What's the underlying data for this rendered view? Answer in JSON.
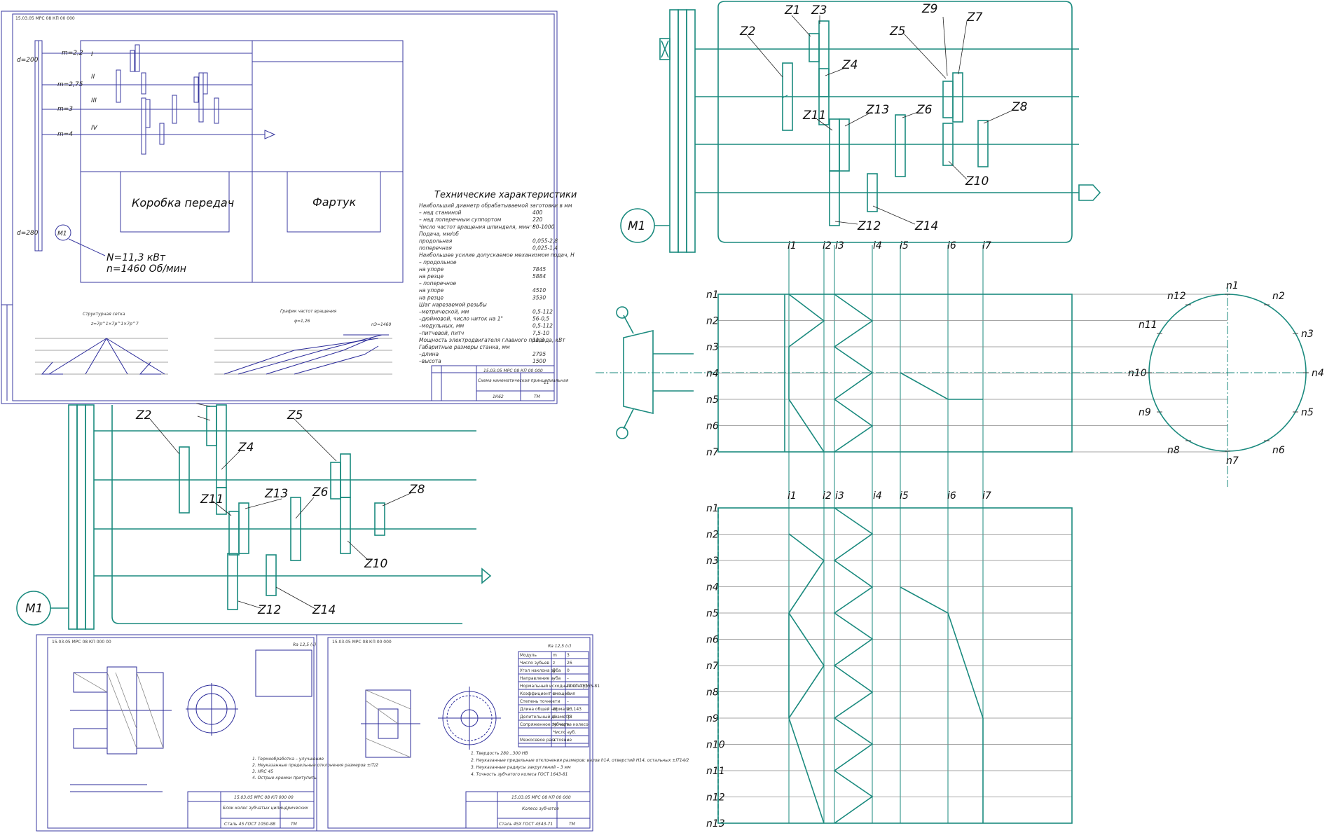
{
  "sheet_main": {
    "code_stamp": "15.03.05 МРС 08 КП 00 000",
    "shafts": [
      "I",
      "II",
      "III",
      "IV"
    ],
    "modules": [
      "m=2,2",
      "m=2,75",
      "m=3",
      "m=4"
    ],
    "pulleys": [
      "d=200",
      "d=280"
    ],
    "motor": "M1",
    "power": "N=11,3 кВт",
    "speed": "n=1460 Об/мин",
    "gearbox": "Коробка передач",
    "apron": "Фартук",
    "structure_title": "Структурная сетка",
    "structure_formula": "z=7p^1×7p^1×7p^7",
    "speed_chart_title": "График частот вращения",
    "phi": "φ=1,26",
    "ne": "nЭ=1460",
    "spec_title": "Технические характеристики",
    "spec_lines": [
      [
        "Наибольший диаметр обрабатываемой заготовки в мм",
        ""
      ],
      [
        "– над станиной",
        "400"
      ],
      [
        "– над поперечным суппортом",
        "220"
      ],
      [
        "Число частот вращения шпинделя, мин⁻¹",
        "80-1000"
      ],
      [
        "Подача, мм/об",
        ""
      ],
      [
        "продольная",
        "0,055-2,8"
      ],
      [
        "поперечная",
        "0,025-1,4"
      ],
      [
        "Наибольшее усилие допускаемое механизмом подач, Н",
        ""
      ],
      [
        "– продольное",
        ""
      ],
      [
        "на упоре",
        "7845"
      ],
      [
        "на резце",
        "5884"
      ],
      [
        "– поперечное",
        ""
      ],
      [
        "на упоре",
        "4510"
      ],
      [
        "на резце",
        "3530"
      ],
      [
        "Шаг нарезаемой резьбы",
        ""
      ],
      [
        "–метрической, мм",
        "0,5-112"
      ],
      [
        "–дюймовой, число ниток на 1\"",
        "56-0,5"
      ],
      [
        "–модульных, мм",
        "0,5-112"
      ],
      [
        "–питчевой, питч",
        "7,5-10"
      ],
      [
        "Мощность электродвигателя главного привода, кВт",
        "11,3"
      ],
      [
        "Габаритные размеры станка, мм",
        ""
      ],
      [
        "–длина",
        "2795"
      ],
      [
        "–высота",
        "1500"
      ]
    ],
    "title_block": {
      "code": "15.03.05 МРС 08 КП 00 000",
      "name": "Схема кинематическая принципиальная",
      "model": "1К62",
      "material": "",
      "sheet": "1:1",
      "scale": "11",
      "org": "ТМ"
    }
  },
  "scheme_top": {
    "gears": [
      "Z1",
      "Z2",
      "Z3",
      "Z4",
      "Z5",
      "Z6",
      "Z7",
      "Z8",
      "Z9",
      "Z10",
      "Z11",
      "Z12",
      "Z13",
      "Z14"
    ],
    "motor": "M1",
    "i_labels": [
      "i1",
      "i2",
      "i3",
      "i4",
      "i5",
      "i6",
      "i7"
    ]
  },
  "scheme_mid": {
    "gears": [
      "Z2",
      "Z4",
      "Z5",
      "Z6",
      "Z8",
      "Z10",
      "Z11",
      "Z12",
      "Z13",
      "Z14"
    ],
    "motor": "M1"
  },
  "speed_graph_top": {
    "n_labels": [
      "n1",
      "n2",
      "n3",
      "n4",
      "n5",
      "n6",
      "n7"
    ],
    "i_labels": [
      "i1",
      "i2",
      "i3",
      "i4",
      "i5",
      "i6",
      "i7"
    ]
  },
  "circle": {
    "labels": [
      "n1",
      "n2",
      "n3",
      "n4",
      "n5",
      "n6",
      "n7",
      "n8",
      "n9",
      "n10",
      "n11",
      "n12"
    ]
  },
  "speed_graph_bottom": {
    "n_labels": [
      "n1",
      "n2",
      "n3",
      "n4",
      "n5",
      "n6",
      "n7",
      "n8",
      "n9",
      "n10",
      "n11",
      "n12",
      "n13"
    ],
    "i_labels": [
      "i1",
      "i2",
      "i3",
      "i4",
      "i5",
      "i6",
      "i7"
    ]
  },
  "sheet_gear_block": {
    "code": "15.03.05 МРС 08 КП 000 00",
    "name": "Блок колес зубчатых цилиндрических",
    "material": "Сталь 45 ГОСТ 1050-88",
    "org": "ТМ",
    "roughness": "Ra 12,5 (√)",
    "notes": [
      "1. Термообработка – улучшение",
      "2. Неуказанные предельные отклонения размеров ±IT/2",
      "3. HRC 45",
      "4. Острые кромки притупить"
    ]
  },
  "sheet_gear": {
    "code": "15.03.05 МРС 08 КП 00 000",
    "name": "Колесо зубчатое",
    "material": "Сталь 45Х ГОСТ 4543-71",
    "org": "ТМ",
    "roughness": "Ra 12,5 (√)",
    "table_rows": [
      [
        "Модуль",
        "m",
        "3"
      ],
      [
        "Число зубьев",
        "z",
        "26"
      ],
      [
        "Угол наклона зуба",
        "β",
        "0"
      ],
      [
        "Направление зуба",
        "–",
        "–"
      ],
      [
        "Нормальный исходный контур",
        "",
        "ГОСТ 13755-81"
      ],
      [
        "Коэффициент смещения",
        "x",
        "0"
      ],
      [
        "Степень точности",
        "–",
        "–"
      ],
      [
        "Длина общей нормали",
        "W",
        "23,143"
      ],
      [
        "Делительный диаметр",
        "d",
        "78"
      ],
      [
        "Сопряженное зубчатое колесо",
        "№ черт.",
        "–"
      ],
      [
        "",
        "Число зуб.",
        "–"
      ],
      [
        "Межосевое расстояние",
        "a",
        "–"
      ]
    ],
    "notes": [
      "1. Твердость 280...300 HB",
      "2. Неуказанные предельные отклонения размеров: валов h14, отверстий H14, остальных ±IT14/2",
      "3. Неуказанные радиусы закруглений – 3 мм",
      "4. Точность зубчатого колеса ГОСТ 1643-81"
    ]
  },
  "colors": {
    "sheet": "#3a3aa0",
    "kinematic": "#1a8a7e",
    "speed_lines": "#2b2b9a"
  }
}
